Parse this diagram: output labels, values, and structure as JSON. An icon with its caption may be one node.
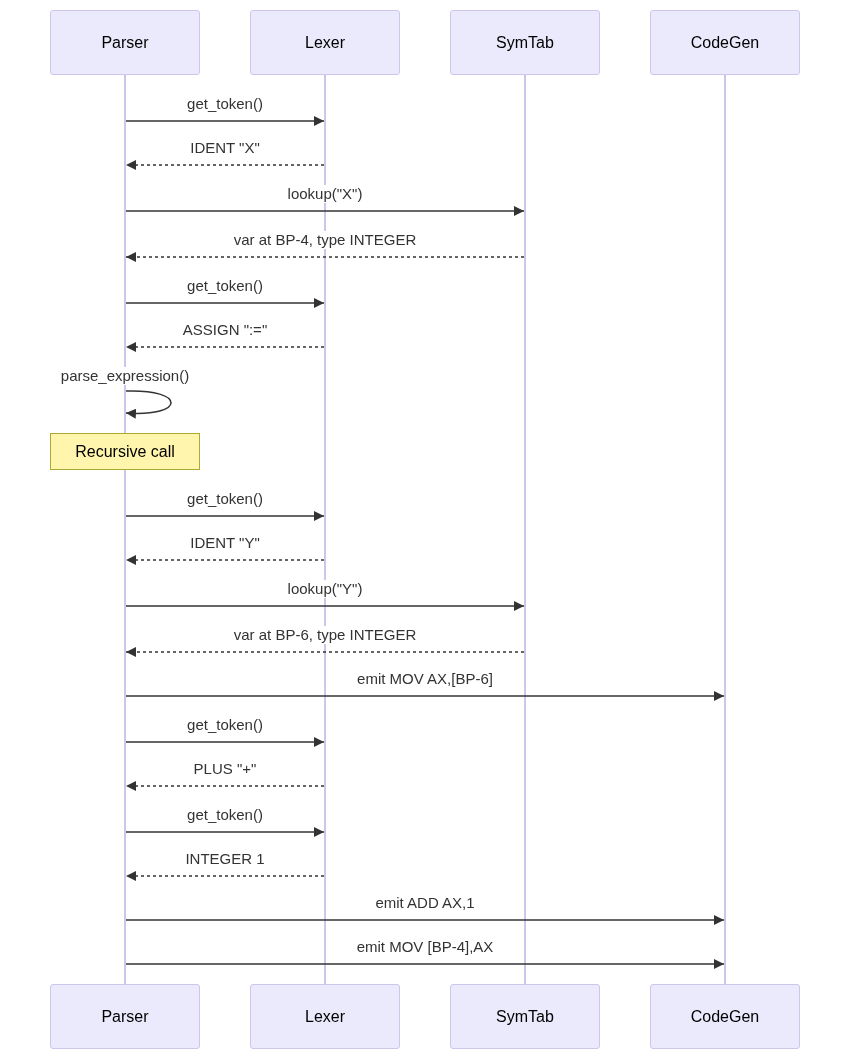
{
  "diagram": {
    "nodes": [
      {
        "text": [
          "Parser"
        ]
      },
      {
        "text": [
          "Lexer"
        ]
      },
      {
        "text": [
          "SymTab"
        ]
      },
      {
        "text": [
          "CodeGen"
        ]
      },
      {
        "text": [],
        "shape": "bar"
      },
      {
        "text": [],
        "shape": "bar"
      },
      {
        "text": [],
        "shape": "bar"
      },
      {
        "text": [],
        "shape": "bar"
      },
      {
        "text": [
          "Recursive call"
        ]
      },
      {
        "text": [],
        "shape": "bar"
      },
      {
        "text": [
          "Parser"
        ]
      },
      {
        "text": [
          "Lexer"
        ]
      },
      {
        "text": [
          "SymTab"
        ]
      },
      {
        "text": [
          "CodeGen"
        ]
      }
    ],
    "edges": [
      {
        "from": 4,
        "to": 5,
        "arrow": "to",
        "label": "get_token()"
      },
      {
        "from": 5,
        "to": 4,
        "arrow": "to",
        "label": "IDENT \"X\"",
        "style": "dashed"
      },
      {
        "from": 4,
        "to": 6,
        "arrow": "to",
        "label": "lookup(\"X\")"
      },
      {
        "from": 6,
        "to": 4,
        "arrow": "to",
        "label": "var at BP-4, type INTEGER",
        "style": "dashed"
      },
      {
        "from": 4,
        "to": 5,
        "arrow": "to",
        "label": "get_token()"
      },
      {
        "from": 5,
        "to": 4,
        "arrow": "to",
        "label": "ASSIGN \":=\"",
        "style": "dashed"
      },
      {
        "from": 4,
        "to": 4,
        "arrow": "to",
        "label": "parse_expression()"
      },
      {
        "from": 9,
        "to": 5,
        "arrow": "to",
        "label": "get_token()"
      },
      {
        "from": 5,
        "to": 9,
        "arrow": "to",
        "label": "IDENT \"Y\"",
        "style": "dashed"
      },
      {
        "from": 9,
        "to": 6,
        "arrow": "to",
        "label": "lookup(\"Y\")"
      },
      {
        "from": 6,
        "to": 9,
        "arrow": "to",
        "label": "var at BP-6, type INTEGER",
        "style": "dashed"
      },
      {
        "from": 9,
        "to": 7,
        "arrow": "to",
        "label": "emit MOV AX,[BP-6]"
      },
      {
        "from": 9,
        "to": 5,
        "arrow": "to",
        "label": "get_token()"
      },
      {
        "from": 5,
        "to": 9,
        "arrow": "to",
        "label": "PLUS \"+\"",
        "style": "dashed"
      },
      {
        "from": 9,
        "to": 5,
        "arrow": "to",
        "label": "get_token()"
      },
      {
        "from": 5,
        "to": 9,
        "arrow": "to",
        "label": "INTEGER 1",
        "style": "dashed"
      },
      {
        "from": 9,
        "to": 7,
        "arrow": "to",
        "label": "emit ADD AX,1"
      },
      {
        "from": 9,
        "to": 7,
        "arrow": "to",
        "label": "emit MOV [BP-4],AX"
      }
    ]
  }
}
